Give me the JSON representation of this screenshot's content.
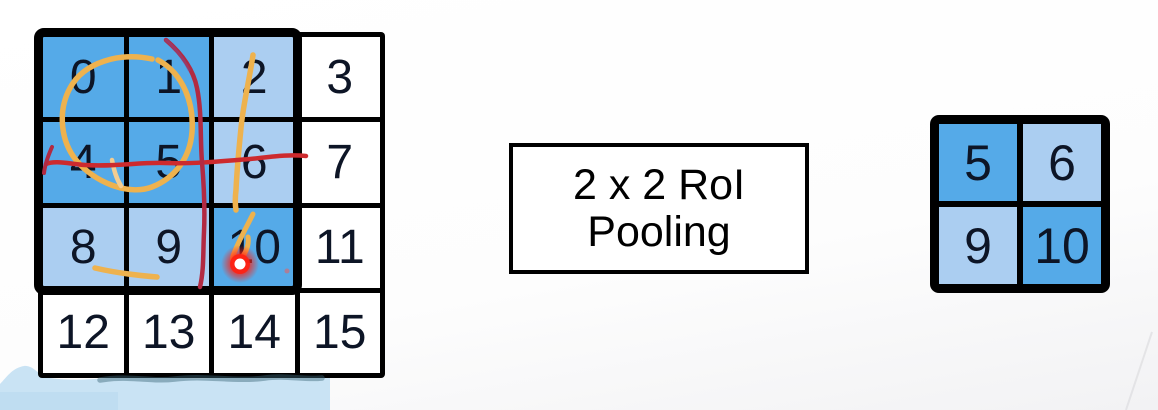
{
  "colors": {
    "cell_medium_blue": "#55aae8",
    "cell_light_blue": "#abcef1",
    "digit": "#0d1526",
    "annotation_orange": "#eeb24e",
    "annotation_orange_light": "#f3cd92",
    "annotation_red": "#cd2a2e",
    "annotation_red_dark": "#b22a42",
    "laser_red": "#ff2012",
    "highlight_blue": "#c6e2f3",
    "highlight_edge": "#3c6577"
  },
  "feature_map_grid": {
    "rows": 4,
    "cols": 4,
    "roi_rows": 3,
    "roi_cols": 3,
    "cells": [
      {
        "value": "0",
        "tone": "medium"
      },
      {
        "value": "1",
        "tone": "medium"
      },
      {
        "value": "2",
        "tone": "light"
      },
      {
        "value": "3",
        "tone": "none"
      },
      {
        "value": "4",
        "tone": "medium"
      },
      {
        "value": "5",
        "tone": "medium"
      },
      {
        "value": "6",
        "tone": "light"
      },
      {
        "value": "7",
        "tone": "none"
      },
      {
        "value": "8",
        "tone": "light"
      },
      {
        "value": "9",
        "tone": "light"
      },
      {
        "value": "10",
        "tone": "medium"
      },
      {
        "value": "11",
        "tone": "none"
      },
      {
        "value": "12",
        "tone": "none"
      },
      {
        "value": "13",
        "tone": "none"
      },
      {
        "value": "14",
        "tone": "none"
      },
      {
        "value": "15",
        "tone": "none"
      }
    ]
  },
  "pooling_box": {
    "line1": "2 x 2 RoI",
    "line2": "Pooling"
  },
  "output_grid": {
    "rows": 2,
    "cols": 2,
    "cells": [
      {
        "value": "5",
        "tone": "medium"
      },
      {
        "value": "6",
        "tone": "light"
      },
      {
        "value": "9",
        "tone": "light"
      },
      {
        "value": "10",
        "tone": "medium"
      }
    ]
  },
  "annotations": {
    "orange_circle": "hand-drawn circle over cells 0-1-4-5",
    "orange_vertical_stroke": "vertical stroke through cells 2 and 6",
    "orange_hook": "hook mark on cell 10",
    "orange_underline": "short underline in cell 8-9",
    "red_horizontal_line": "horizontal line across cells 4-5-6 into 7",
    "red_vertical_curve": "curved vertical line from cell 1 to cell 10",
    "laser_pointer_dot": "red laser pointer dot on cell 10",
    "blue_highlighter_smear": "light blue highlighter smear at bottom left"
  }
}
